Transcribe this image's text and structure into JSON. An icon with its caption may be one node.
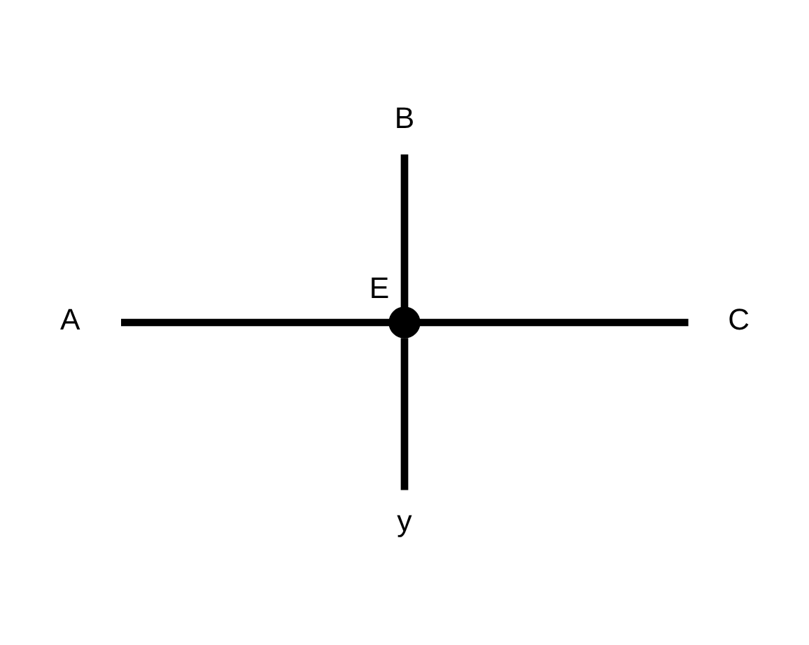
{
  "diagram": {
    "nodes": [
      {
        "text": [
          "B"
        ]
      },
      {
        "text": [
          "A"
        ]
      },
      {
        "text": [],
        "shape": "circle",
        "beside": [
          "E"
        ]
      },
      {
        "text": [
          "C"
        ]
      },
      {
        "text": [
          "y"
        ]
      }
    ],
    "edges": [
      {
        "from": 1,
        "to": 2,
        "arrow": "none"
      },
      {
        "from": 2,
        "to": 3,
        "arrow": "none"
      },
      {
        "from": 0,
        "to": 2,
        "arrow": "none"
      },
      {
        "from": 2,
        "to": 4,
        "arrow": "none"
      }
    ]
  }
}
